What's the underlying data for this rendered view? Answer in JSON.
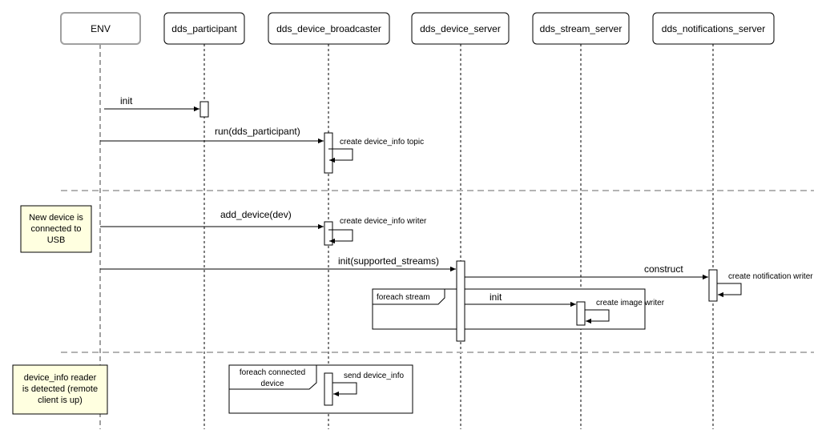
{
  "participants": {
    "env": "ENV",
    "dds_participant": "dds_participant",
    "dds_device_broadcaster": "dds_device_broadcaster",
    "dds_device_server": "dds_device_server",
    "dds_stream_server": "dds_stream_server",
    "dds_notifications_server": "dds_notifications_server"
  },
  "messages": {
    "init_participant": "init",
    "run": "run(dds_participant)",
    "create_device_info_topic": "create device_info topic",
    "add_device": "add_device(dev)",
    "create_device_info_writer": "create device_info writer",
    "init_supported_streams": "init(supported_streams)",
    "construct": "construct",
    "create_notification_writer": "create notification writer",
    "init_stream": "init",
    "create_image_writer": "create image writer",
    "send_device_info": "send device_info"
  },
  "notes": {
    "new_device": [
      "New device is",
      "connected to",
      "USB"
    ],
    "reader_detected": [
      "device_info reader",
      "is detected (remote",
      "client is up)"
    ]
  },
  "fragments": {
    "foreach_stream": "foreach stream",
    "foreach_connected_device": [
      "foreach connected",
      "device"
    ]
  },
  "colors": {
    "note_fill": "#ffffe0",
    "env_border": "#a0a0a0",
    "divider": "#b3b3b3",
    "line": "#000000"
  }
}
